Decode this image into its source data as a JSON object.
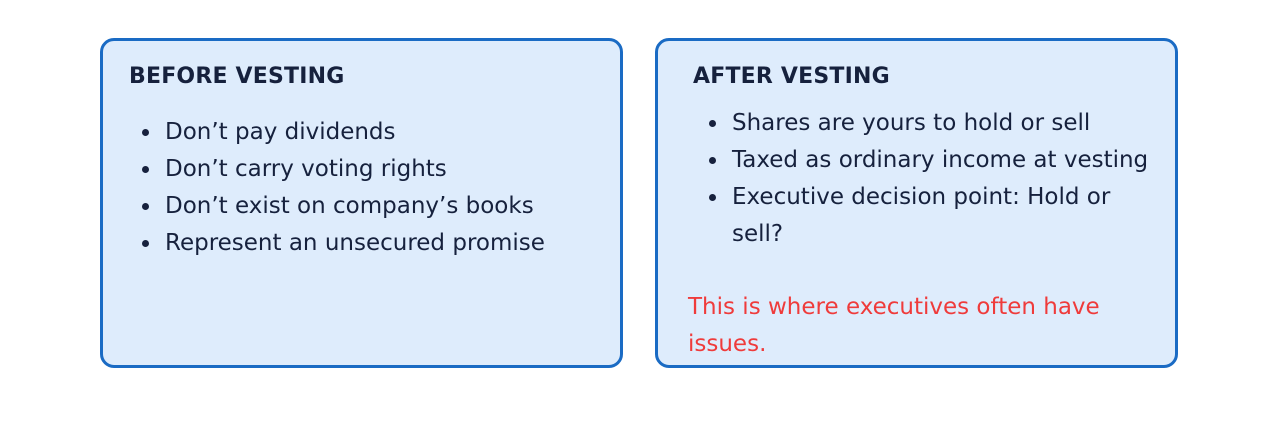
{
  "before": {
    "title": "BEFORE VESTING",
    "items": [
      "Don’t pay dividends",
      "Don’t carry voting rights",
      "Don’t exist on company’s books",
      "Represent an unsecured promise"
    ]
  },
  "after": {
    "title": "AFTER VESTING",
    "items": [
      "Shares are yours to hold or sell",
      "Taxed as ordinary income at vesting",
      "Executive decision point: Hold or sell?"
    ],
    "note": "This is where executives often have issues."
  },
  "colors": {
    "card_fill": "#deecfc",
    "card_border": "#1a6bc4",
    "text": "#16213d",
    "warning_text": "#ef3b3b"
  }
}
